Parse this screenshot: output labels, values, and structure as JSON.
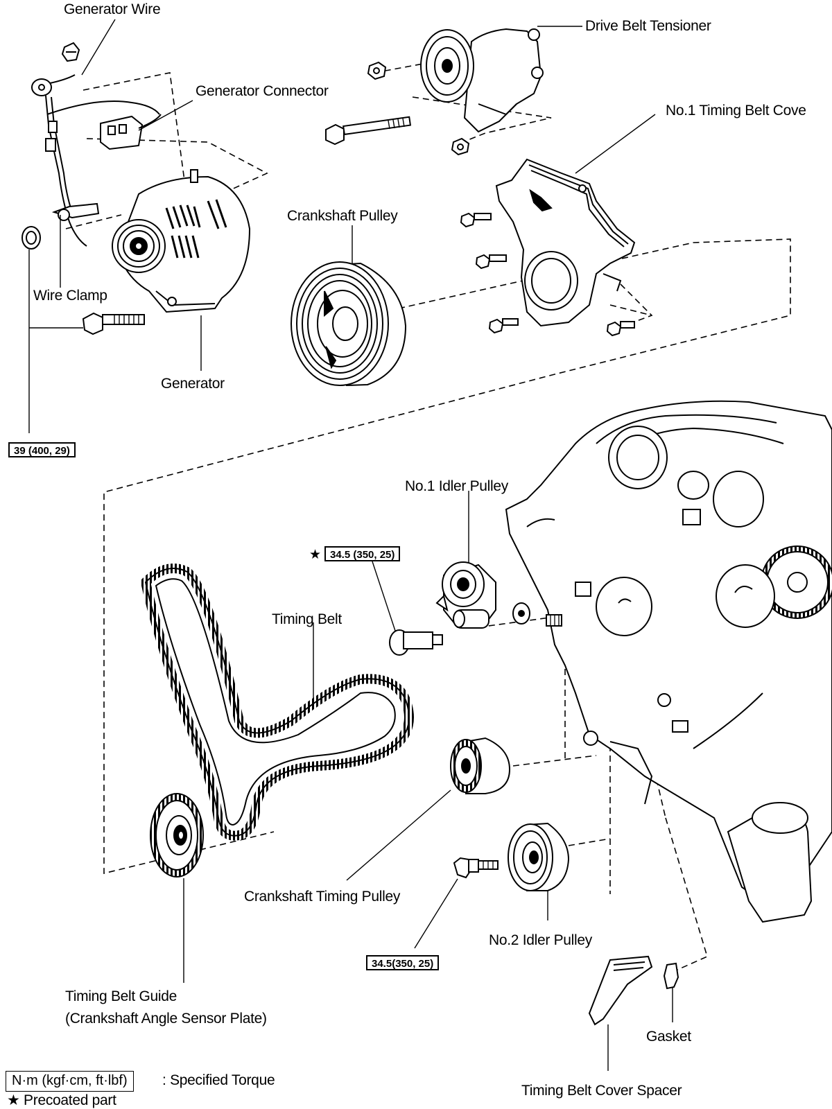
{
  "labels": {
    "generator_wire": "Generator Wire",
    "generator_connector": "Generator Connector",
    "wire_clamp": "Wire Clamp",
    "generator": "Generator",
    "drive_belt_tensioner": "Drive Belt Tensioner",
    "no1_timing_belt_cover": "No.1 Timing Belt Cove",
    "crankshaft_pulley": "Crankshaft Pulley",
    "no1_idler_pulley": "No.1 Idler Pulley",
    "timing_belt": "Timing Belt",
    "crankshaft_timing_pulley": "Crankshaft Timing Pulley",
    "no2_idler_pulley": "No.2 Idler Pulley",
    "timing_belt_guide": "Timing Belt Guide",
    "timing_belt_guide_sub": "(Crankshaft Angle Sensor Plate)",
    "gasket": "Gasket",
    "timing_belt_cover_spacer": "Timing Belt Cover Spacer"
  },
  "torques": {
    "generator_bolt": "39 (400, 29)",
    "no1_idler_bolt": "34.5 (350, 25)",
    "no2_idler_bolt": "34.5(350, 25)"
  },
  "markers": {
    "star": "★"
  },
  "legend": {
    "torque_format": "N·m (kgf·cm, ft·lbf)",
    "torque_desc": ": Specified Torque",
    "precoated": "★ Precoated part"
  }
}
